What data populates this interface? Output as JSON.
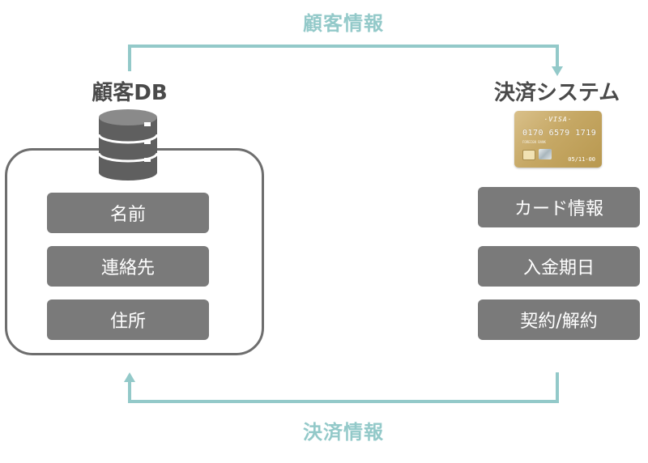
{
  "flow": {
    "top_label": "顧客情報",
    "bottom_label": "決済情報"
  },
  "customer_db": {
    "title": "顧客DB",
    "fields": [
      "名前",
      "連絡先",
      "住所"
    ]
  },
  "payment_system": {
    "title": "決済システム",
    "card": {
      "brand": "·VISA·",
      "number": "0170 6579 1719",
      "bank_line": "FOREIGN BANK",
      "expiry": "05/11-00"
    },
    "fields": [
      "カード情報",
      "入金期日",
      "契約/解約"
    ]
  },
  "colors": {
    "flow": "#93c9c9",
    "pill": "#7a7a7a",
    "title": "#4a4a4a",
    "border": "#6e6e6e"
  }
}
